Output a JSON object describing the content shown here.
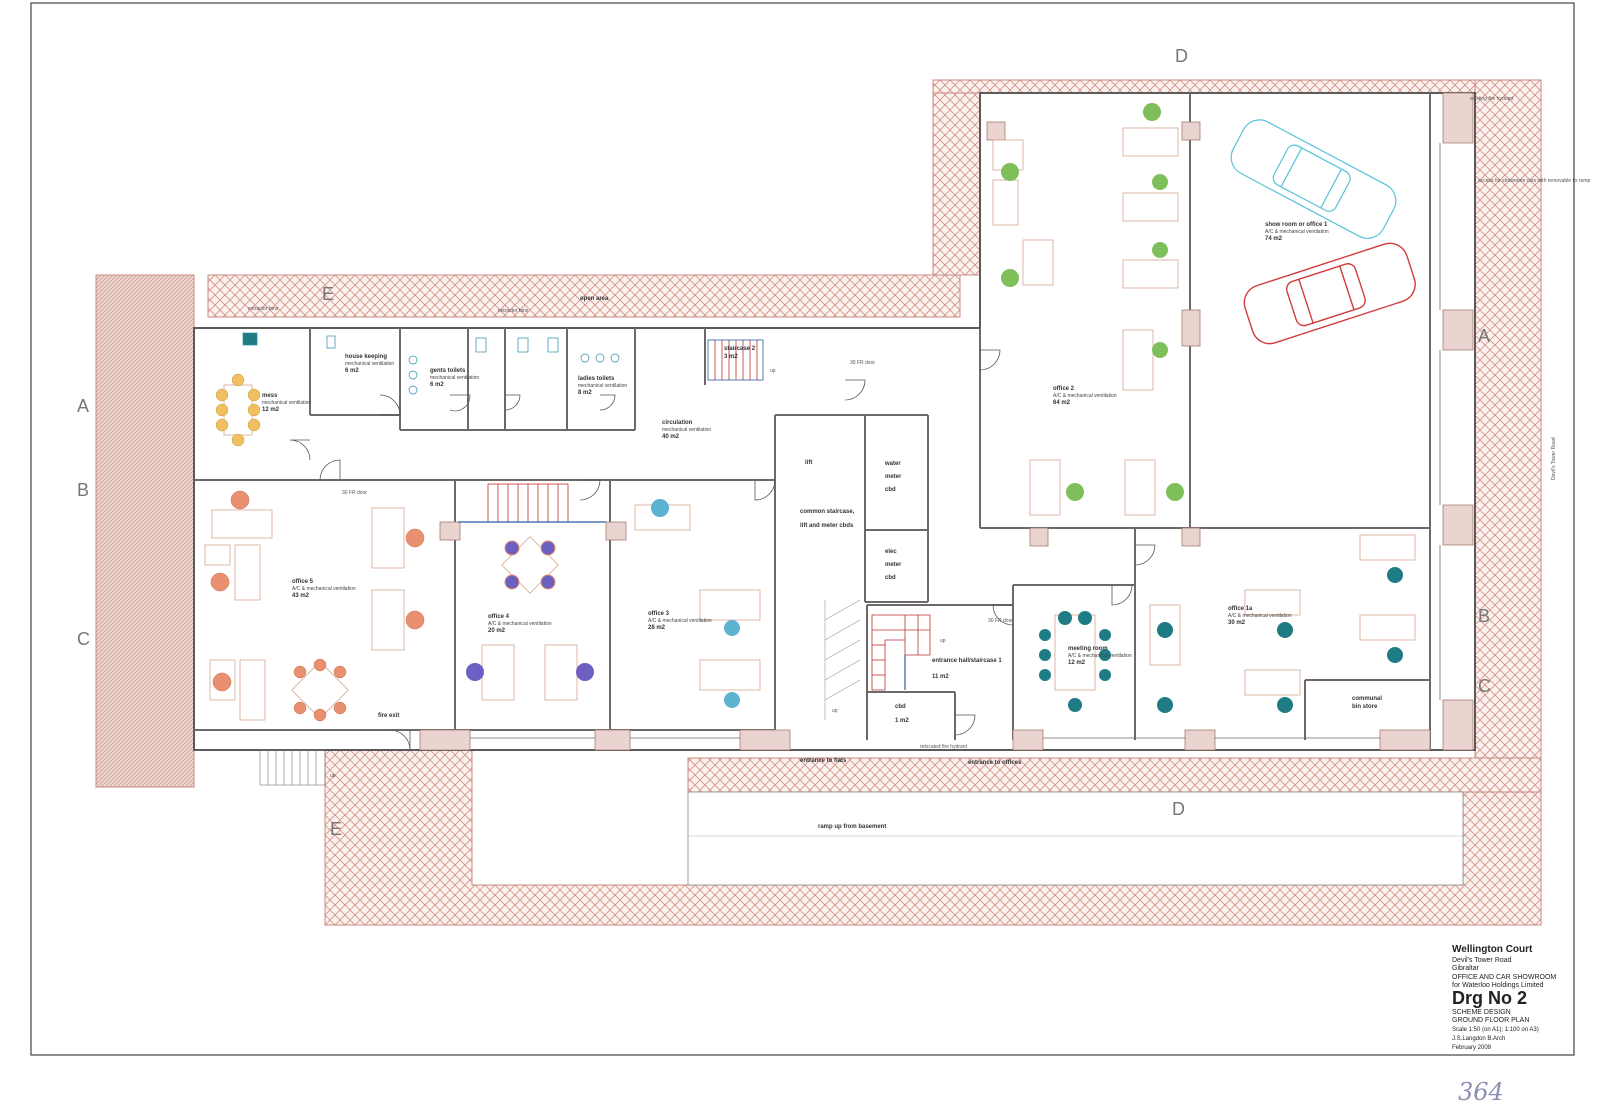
{
  "grid_letters": [
    "A",
    "B",
    "C",
    "D",
    "E"
  ],
  "rooms": {
    "mess": {
      "name": "mess",
      "ventilation": "mechanical ventilation",
      "area": "12 m2"
    },
    "house_keeping": {
      "name": "house keeping",
      "ventilation": "mechanical ventilation",
      "area": "6 m2"
    },
    "gents_toilets": {
      "name": "gents toilets",
      "ventilation": "mechanical ventilation",
      "area": "6 m2"
    },
    "ladies_toilets": {
      "name": "ladies toilets",
      "ventilation": "mechanical ventilation",
      "area": "8 m2"
    },
    "staircase_2": {
      "name": "staircase 2",
      "area": "3 m2"
    },
    "circulation": {
      "name": "circulation",
      "ventilation": "mechanical ventilation",
      "area": "40 m2"
    },
    "office_5": {
      "name": "office 5",
      "ventilation": "A/C & mechanical ventilation",
      "area": "43 m2"
    },
    "office_4": {
      "name": "office 4",
      "ventilation": "A/C & mechanical ventilation",
      "area": "20 m2"
    },
    "office_3": {
      "name": "office 3",
      "ventilation": "A/C & mechanical ventilation",
      "area": "28 m2"
    },
    "office_2": {
      "name": "office 2",
      "ventilation": "A/C & mechanical ventilation",
      "area": "64 m2"
    },
    "show_room": {
      "name": "show room or office 1",
      "ventilation": "A/C & mechanical ventilation",
      "area": "74 m2"
    },
    "office_1a": {
      "name": "office 1a",
      "ventilation": "A/C & mechanical ventilation",
      "area": "30 m2"
    },
    "meeting_room": {
      "name": "meeting room",
      "ventilation": "A/C & mechanical ventilation",
      "area": "12 m2"
    },
    "entrance_hall": {
      "name": "entrance hall/staircase 1",
      "area": "11 m2"
    },
    "cbd": {
      "name": "cbd",
      "area": "1 m2"
    },
    "communal_bin": {
      "line1": "communal",
      "line2": "bin store"
    },
    "common_staircase": {
      "line1": "common staircase,",
      "line2": "lift and meter cbds"
    },
    "lift": "lift",
    "water_meter": {
      "l1": "water",
      "l2": "meter",
      "l3": "cbd"
    },
    "elec_meter": {
      "l1": "elec",
      "l2": "meter",
      "l3": "cbd"
    }
  },
  "notes": {
    "open_area": "open area",
    "extractor_fans_1": "extractor fans",
    "extractor_fans_2": "extractor fans",
    "fire_exit": "fire exit",
    "fr_door_1": "30 FR door",
    "fr_door_2": "30 FR door",
    "fr_door_3": "30 FR door",
    "up_1": "up",
    "up_2": "up",
    "up_3": "up",
    "up_4": "up",
    "entrance_to_flats": "entrance to flats",
    "entrance_to_offices": "entrance to offices",
    "ramp": "ramp up from basement",
    "devils_tower_road": "Devil's Tower Road",
    "existing_hydrant": "existing fire hydrant",
    "access_note": "access for showroom cars with removable fix ramp",
    "relocated_hydrant": "relocated fire hydrant"
  },
  "title_block": {
    "project": "Wellington Court",
    "address1": "Devil's Tower Road",
    "address2": "Gibraltar",
    "description": "OFFICE AND CAR SHOWROOM",
    "client": "for Waterloo Holdings Limited",
    "drawing_no": "Drg No 2",
    "stage": "SCHEME DESIGN",
    "plan": "GROUND FLOOR PLAN",
    "scale": "Scale 1:50 (on A1); 1:100 on A3)",
    "author": "J.S.Langdon B.Arch",
    "date": "February 2009"
  },
  "page_number": "364",
  "colors": {
    "wall": "#c98a7e",
    "hatch": "#d38f84",
    "line": "#5a5a5a",
    "orange_chair": "#e8906f",
    "purple_chair": "#6b5fc0",
    "teal_chair": "#1f7c84",
    "green_chair": "#7fbf5a",
    "cyan_car": "#56c4d8",
    "red_car": "#d23c3c"
  }
}
